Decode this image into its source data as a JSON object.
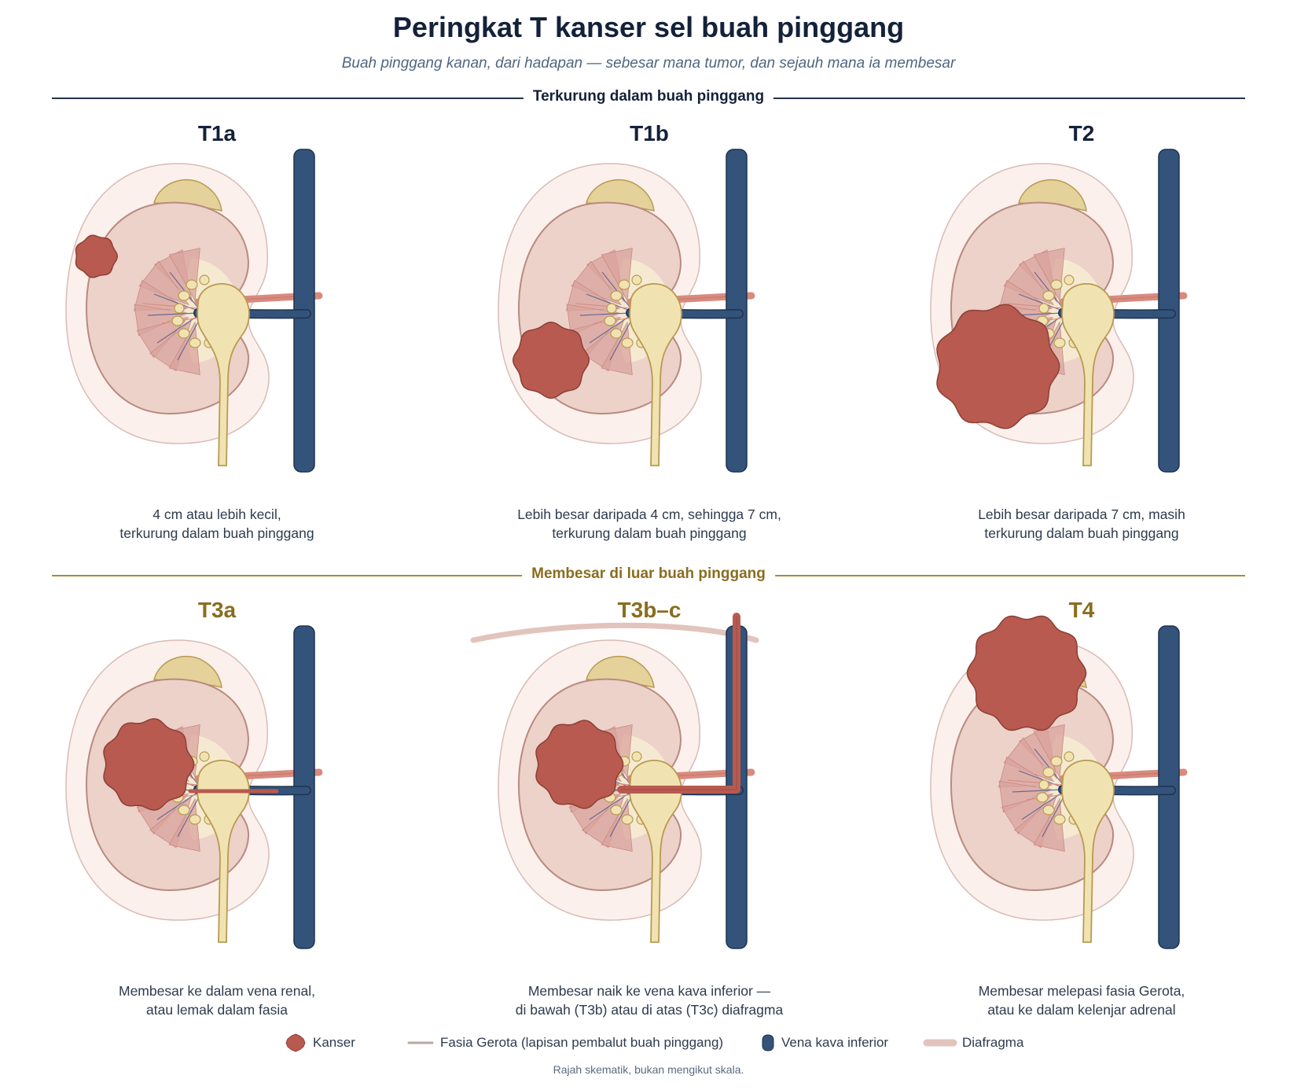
{
  "title": "Peringkat T kanser sel buah pinggang",
  "subtitle": "Buah pinggang kanan, dari hadapan — sebesar mana tumor, dan sejauh mana ia membesar",
  "sections": {
    "contained": "Terkurung dalam buah pinggang",
    "spread": "Membesar di luar buah pinggang"
  },
  "panels": [
    {
      "stage": "T1a",
      "caption_line1": "4 cm atau lebih kecil,",
      "caption_line2": "terkurung dalam buah pinggang"
    },
    {
      "stage": "T1b",
      "caption_line1": "Lebih besar daripada 4 cm, sehingga 7 cm,",
      "caption_line2": "terkurung dalam buah pinggang"
    },
    {
      "stage": "T2",
      "caption_line1": "Lebih besar daripada 7 cm, masih",
      "caption_line2": "terkurung dalam buah pinggang"
    },
    {
      "stage": "T3a",
      "caption_line1": "Membesar ke dalam vena renal,",
      "caption_line2": "atau lemak dalam fasia"
    },
    {
      "stage": "T3b–c",
      "caption_line1": "Membesar naik ke vena kava inferior —",
      "caption_line2": "di bawah (T3b) atau di atas (T3c) diafragma"
    },
    {
      "stage": "T4",
      "caption_line1": "Membesar melepasi fasia Gerota,",
      "caption_line2": "atau ke dalam kelenjar adrenal"
    }
  ],
  "legend": {
    "cancer": "Kanser",
    "fascia": "Fasia Gerota (lapisan pembalut buah pinggang)",
    "ivc": "Vena kava inferior",
    "diaphragm": "Diafragma"
  },
  "footnote": "Rajah skematik, bukan mengikut skala.",
  "colors": {
    "cancer": "#b85a4f",
    "ivc": "#34537a",
    "fascia_fat": "#fbf0ec",
    "cortex": "#ecd2c9",
    "pyramid": "#d9a39c",
    "ureter": "#f1e3b1",
    "adrenal": "#e5d29a",
    "artery": "#d98a7e",
    "diaphragm": "#e2c4bd",
    "rule_contained": "#24344d",
    "rule_spread": "#a88b3b"
  }
}
